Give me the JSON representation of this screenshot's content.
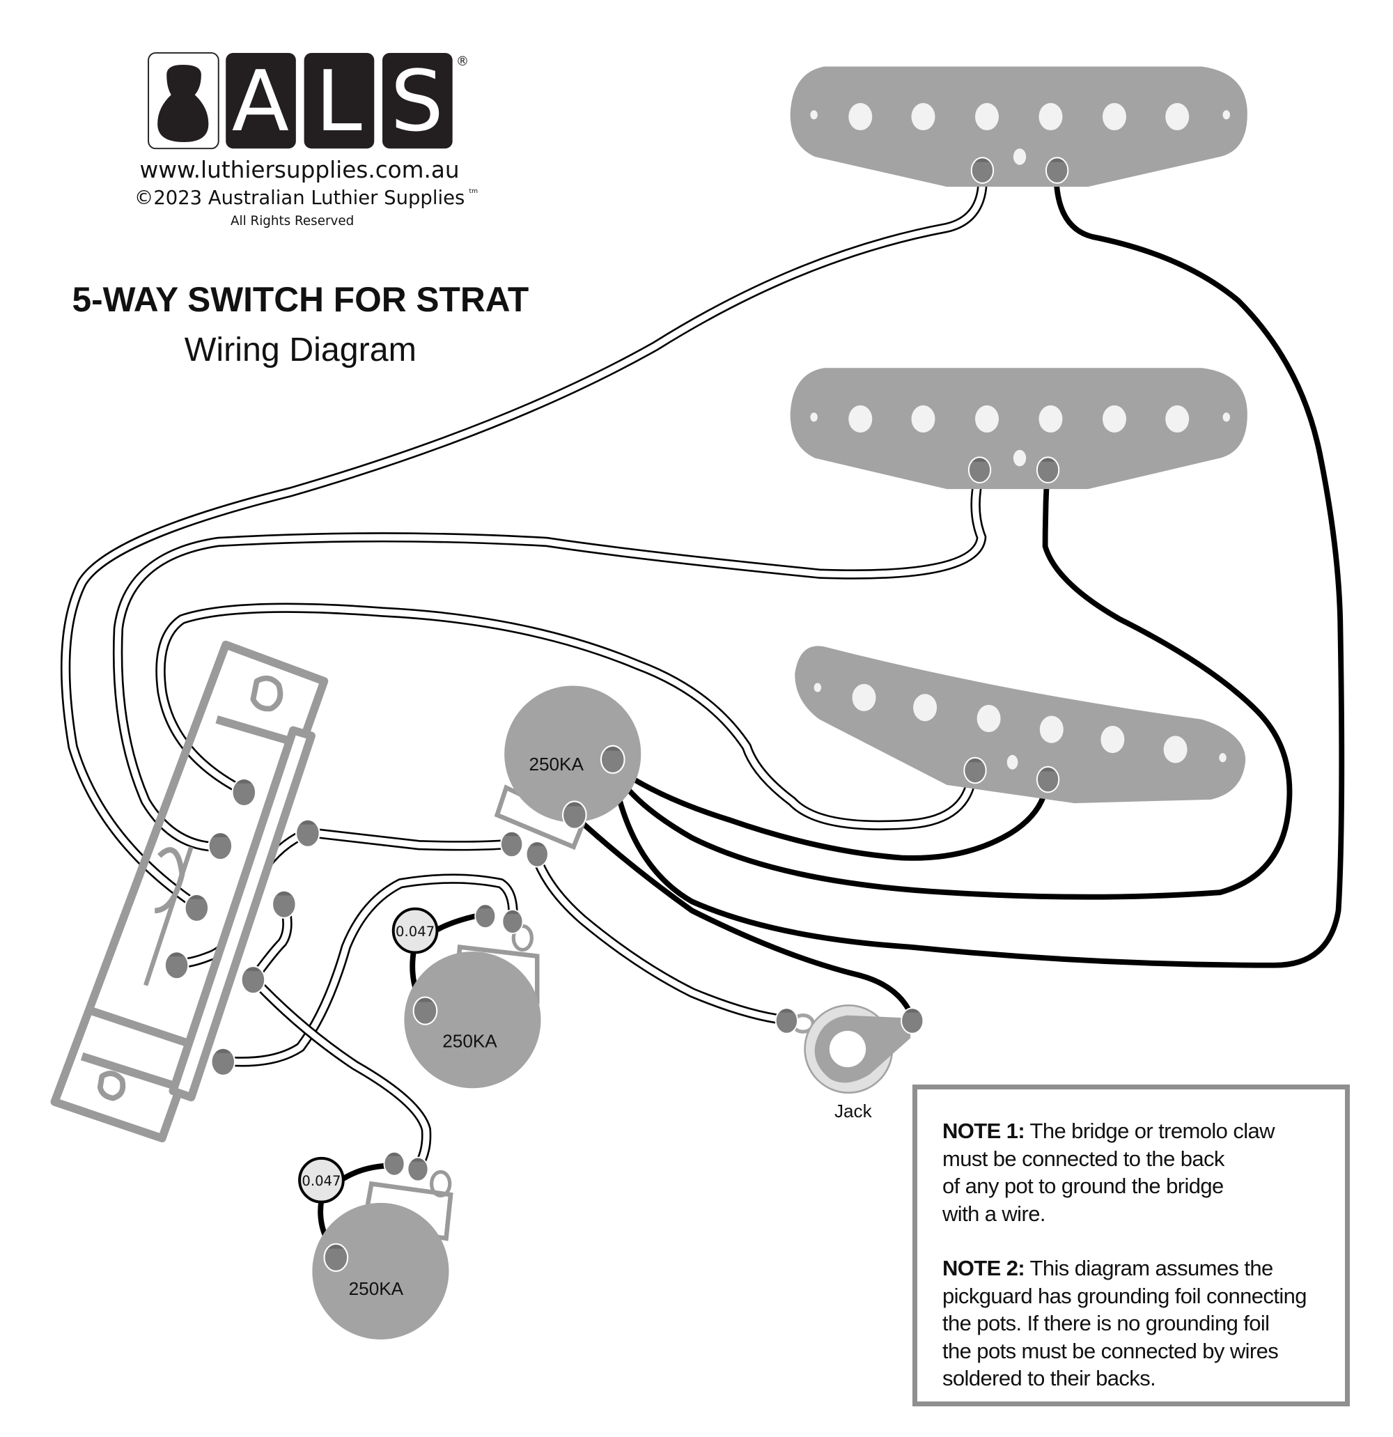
{
  "logo": {
    "icon": "guitar-body-icon",
    "letters": [
      "A",
      "L",
      "S"
    ],
    "registered_mark": "®",
    "website": "www.luthiersupplies.com.au",
    "copyright": "©2023  Australian Luthier Supplies",
    "trademark": "tm",
    "rights": "All Rights Reserved"
  },
  "title": {
    "main": "5-WAY  SWITCH  FOR  STRAT",
    "subtitle": "Wiring Diagram"
  },
  "components": {
    "pickups": [
      {
        "name": "neck-pickup",
        "pole_count": 6
      },
      {
        "name": "middle-pickup",
        "pole_count": 6
      },
      {
        "name": "bridge-pickup",
        "pole_count": 6
      }
    ],
    "volume_pot": {
      "label": "250KA"
    },
    "tone_pot_1": {
      "label": "250KA",
      "cap_label": "0.047"
    },
    "tone_pot_2": {
      "label": "250KA",
      "cap_label": "0.047"
    },
    "jack": {
      "label": "Jack"
    },
    "switch": {
      "type": "5-way switch"
    }
  },
  "notes": [
    {
      "heading": "NOTE 1:",
      "lines": [
        " The bridge or tremolo claw",
        "must be connected to the back",
        "of any pot to ground the bridge",
        "with a wire."
      ]
    },
    {
      "heading": "NOTE 2:",
      "lines": [
        " This diagram assumes the",
        "pickguard has grounding foil connecting",
        "the pots. If there is no grounding foil",
        "the pots must be connected by wires",
        "soldered to their backs."
      ]
    }
  ],
  "colors": {
    "component_gray": "#a3a3a3",
    "lug_gray": "#808080",
    "pole_white": "#f2f2f2",
    "wire_black": "#000000",
    "cap_fill": "#e6e6e6",
    "note_border": "#8f8f8f"
  }
}
